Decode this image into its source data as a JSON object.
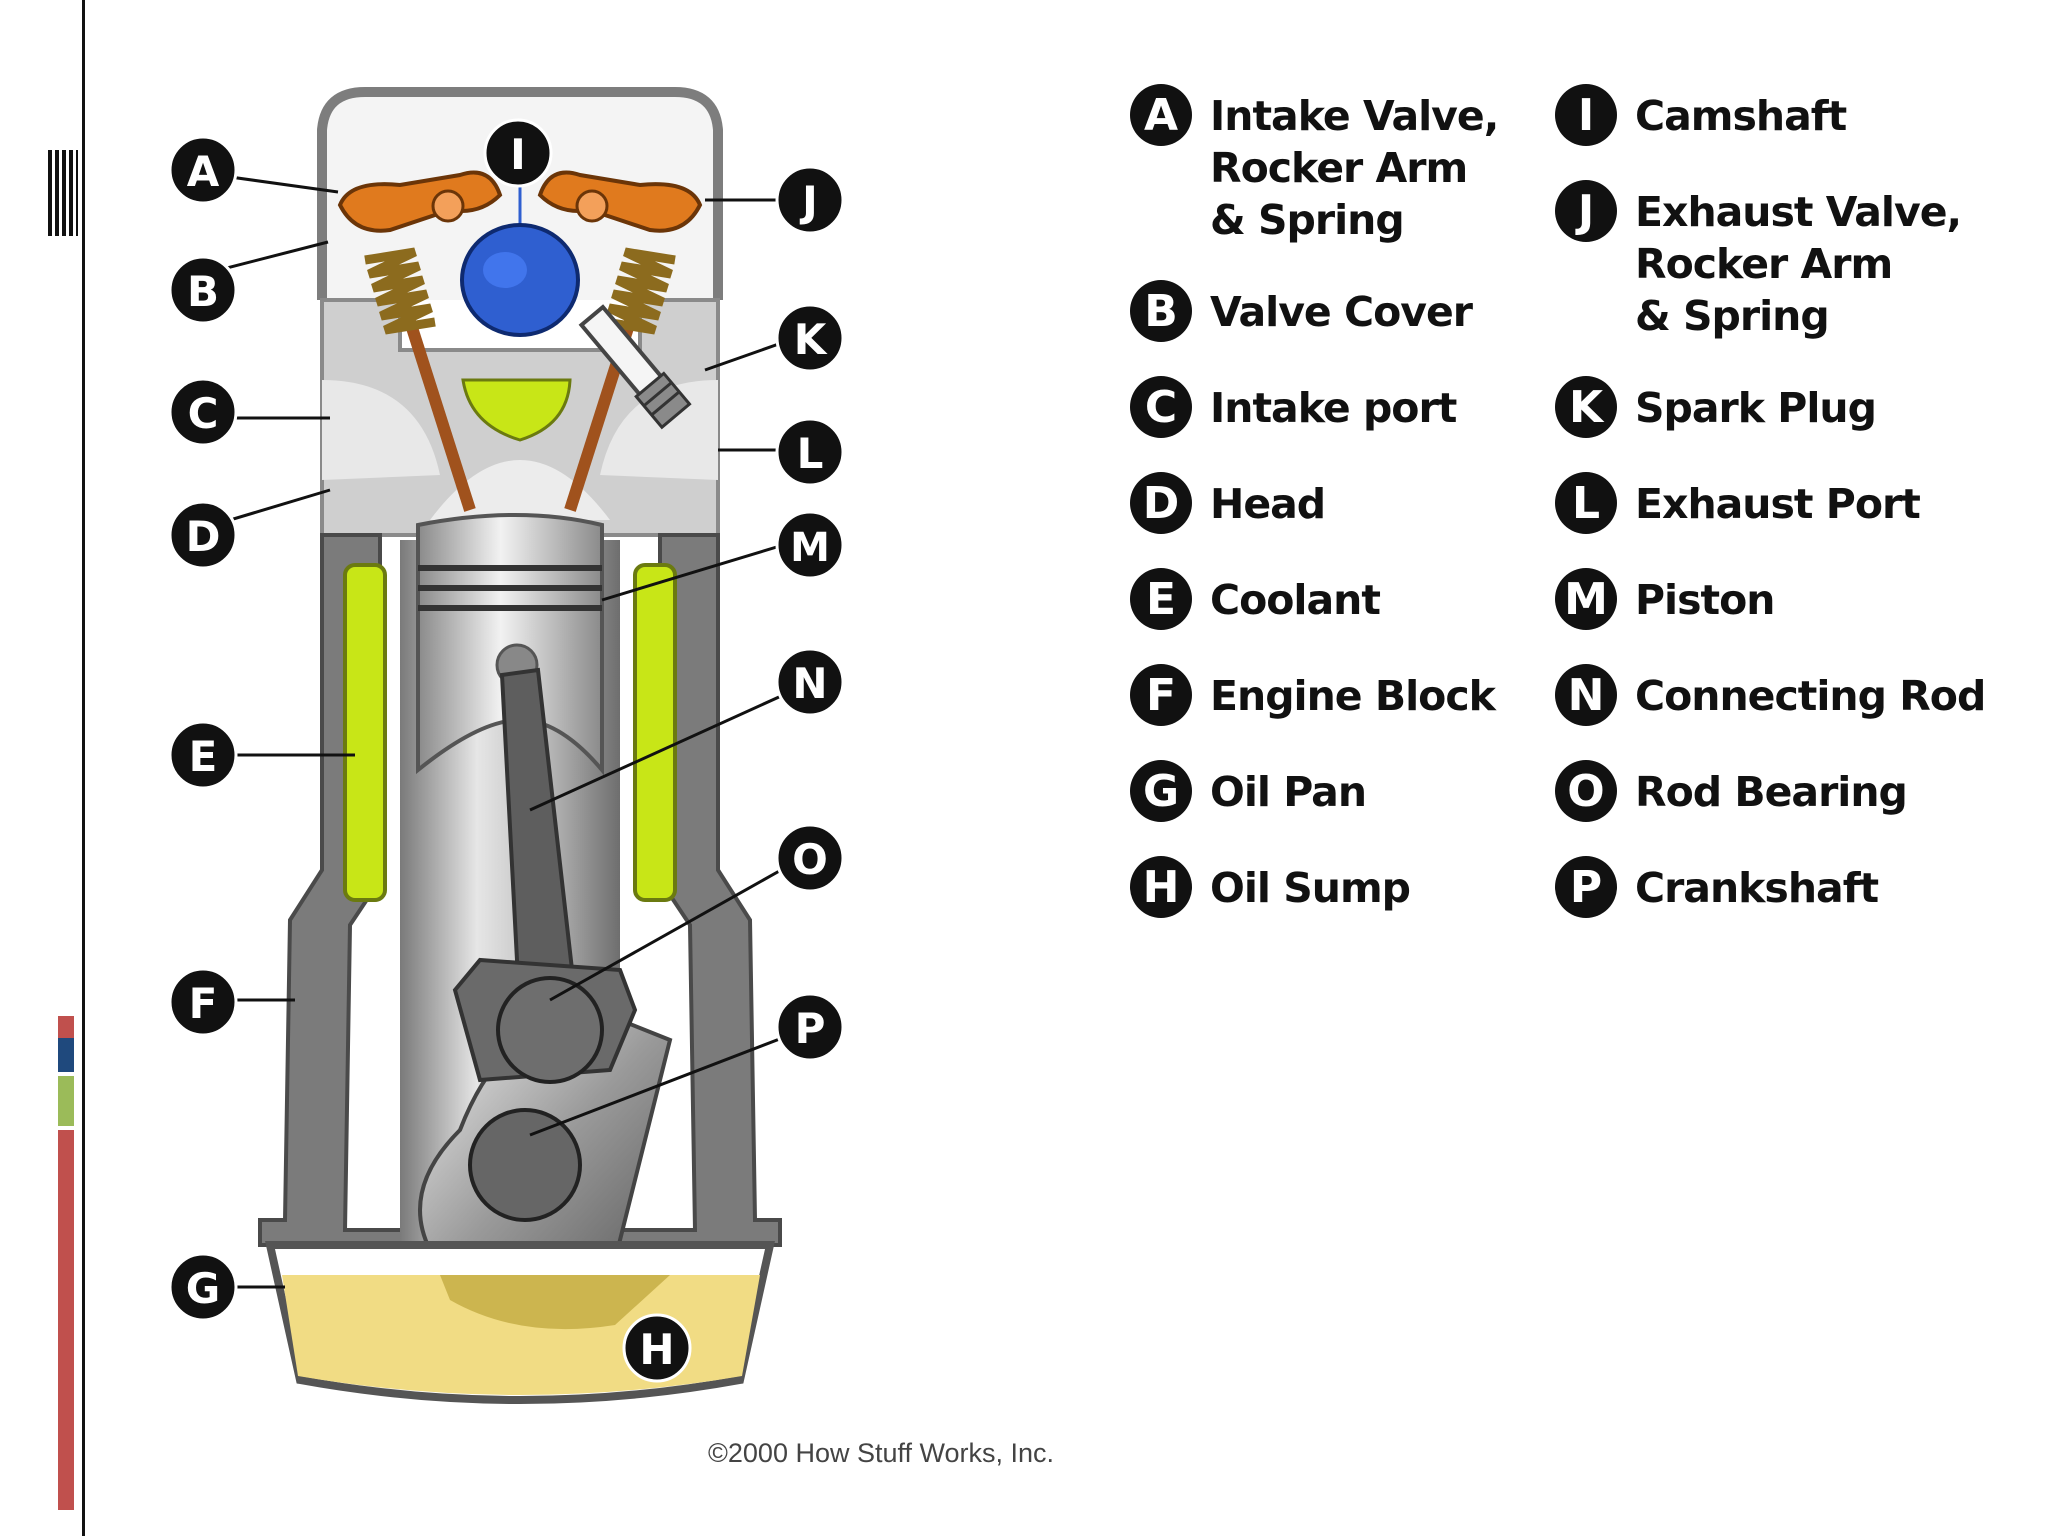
{
  "diagram": {
    "callouts_left": [
      "A",
      "B",
      "C",
      "D",
      "E",
      "F",
      "G"
    ],
    "callouts_right": [
      "J",
      "K",
      "L",
      "M",
      "N",
      "O",
      "P"
    ],
    "callout_top": "I",
    "callout_inner": "H"
  },
  "legend": {
    "col1": [
      {
        "letter": "A",
        "text": "Intake Valve,\nRocker Arm\n& Spring"
      },
      {
        "letter": "B",
        "text": "Valve Cover"
      },
      {
        "letter": "C",
        "text": "Intake port"
      },
      {
        "letter": "D",
        "text": "Head"
      },
      {
        "letter": "E",
        "text": "Coolant"
      },
      {
        "letter": "F",
        "text": "Engine Block"
      },
      {
        "letter": "G",
        "text": "Oil Pan"
      },
      {
        "letter": "H",
        "text": "Oil Sump"
      }
    ],
    "col2": [
      {
        "letter": "I",
        "text": "Camshaft"
      },
      {
        "letter": "J",
        "text": "Exhaust Valve,\nRocker Arm\n& Spring"
      },
      {
        "letter": "K",
        "text": "Spark Plug"
      },
      {
        "letter": "L",
        "text": "Exhaust Port"
      },
      {
        "letter": "M",
        "text": "Piston"
      },
      {
        "letter": "N",
        "text": "Connecting Rod"
      },
      {
        "letter": "O",
        "text": "Rod Bearing"
      },
      {
        "letter": "P",
        "text": "Crankshaft"
      }
    ]
  },
  "copyright": "©2000 How Stuff Works, Inc.",
  "colors": {
    "coolant": "#c8e617",
    "rocker": "#e07a1e",
    "camshaft": "#2f5fd0",
    "oil": "#f1dc84",
    "metal": "#9c9c9c",
    "accent_red": "#c0504d",
    "accent_blue": "#1f497d",
    "accent_green": "#9bbb59"
  }
}
